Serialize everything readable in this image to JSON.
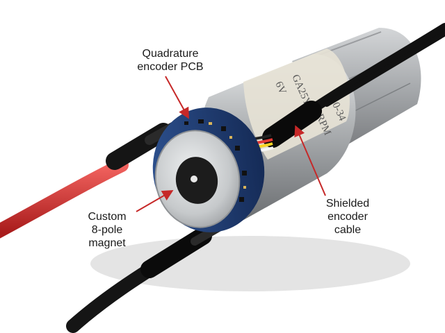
{
  "annotations": {
    "pcb": [
      "Quadrature",
      "encoder PCB"
    ],
    "magnet": [
      "Custom",
      "8-pole",
      "magnet"
    ],
    "cable": [
      "Shielded",
      "encoder",
      "cable"
    ]
  },
  "motor_print": {
    "line1": "GA25Y",
    "line2": "0-34",
    "line3": "6V",
    "line4": "3RPM"
  },
  "colors": {
    "annotation_arrow": "#c62828",
    "red_wire": "#d32f2f",
    "black_wire": "#151515",
    "pcb_blue": "#1f3e78",
    "motor_metal": "#b9bcbe",
    "magnet": "#cfd2d4"
  }
}
